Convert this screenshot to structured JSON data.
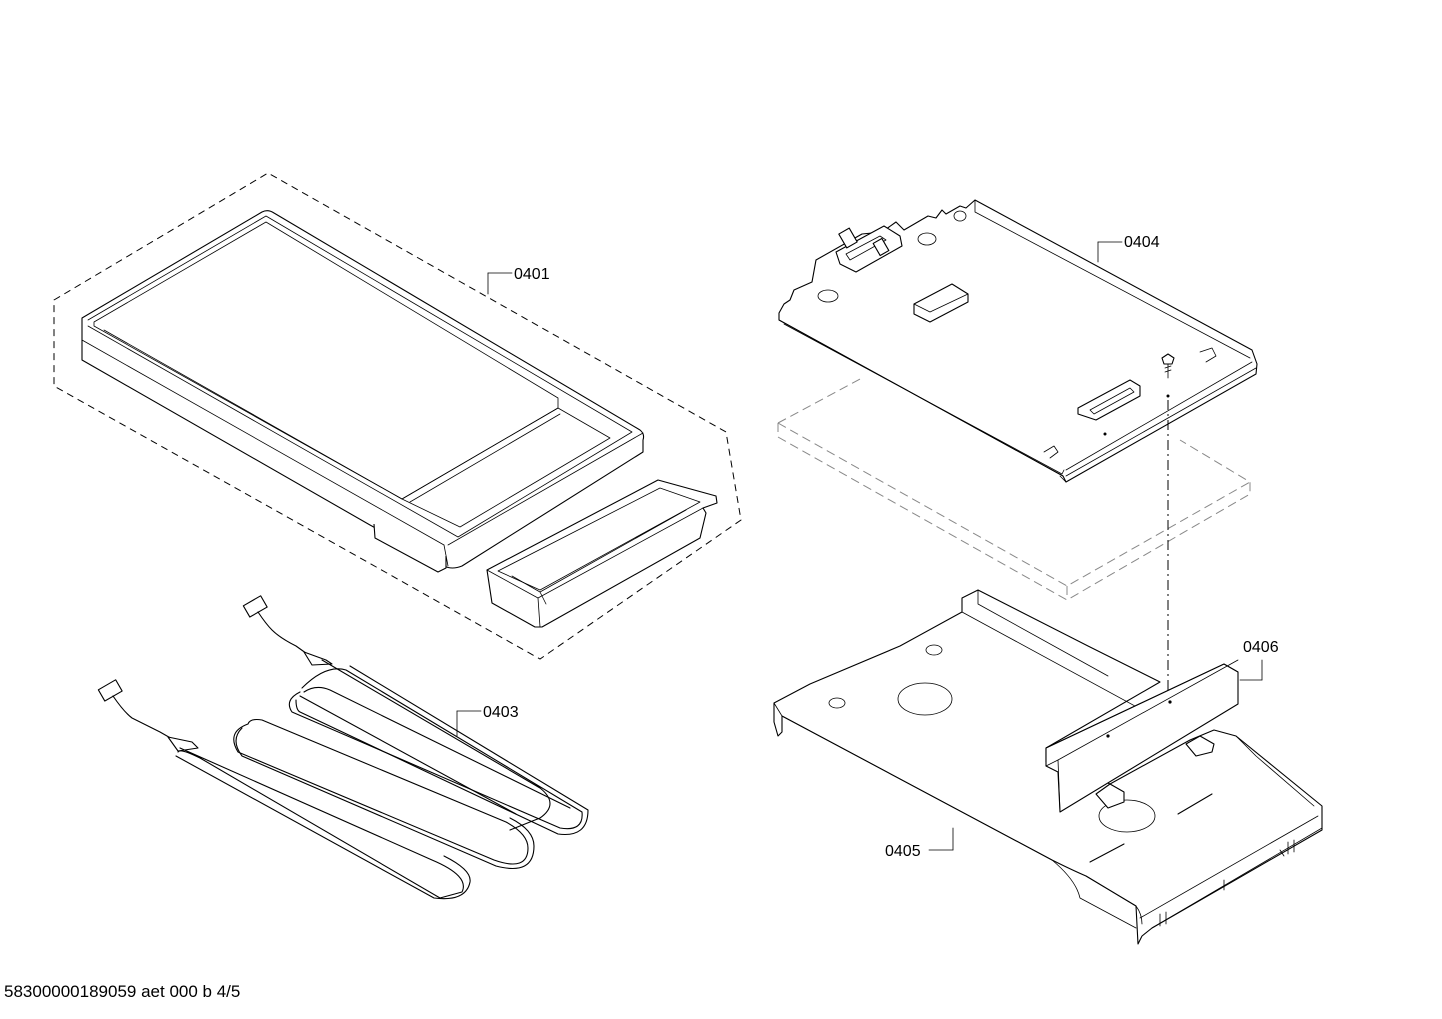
{
  "diagram": {
    "callouts": [
      {
        "id": "0401",
        "label": "0401"
      },
      {
        "id": "0403",
        "label": "0403"
      },
      {
        "id": "0404",
        "label": "0404"
      },
      {
        "id": "0405",
        "label": "0405"
      },
      {
        "id": "0406",
        "label": "0406"
      }
    ]
  },
  "footer": {
    "document_id": "58300000189059 aet 000 b 4/5"
  }
}
